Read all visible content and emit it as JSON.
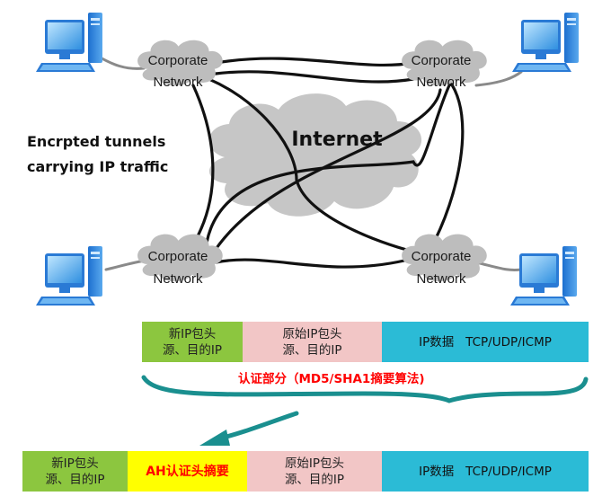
{
  "network": {
    "corporate_line1": "Corporate",
    "corporate_line2": "Network",
    "internet": "Internet",
    "tunnels_line1": "Encrpted tunnels",
    "tunnels_line2": "carrying IP traffic"
  },
  "packet_top": {
    "new_ip_line1": "新IP包头",
    "new_ip_line2": "源、目的IP",
    "orig_ip_line1": "原始IP包头",
    "orig_ip_line2": "源、目的IP",
    "payload": "IP数据   TCP/UDP/ICMP"
  },
  "auth_part": "认证部分（MD5/SHA1摘要算法)",
  "packet_bottom": {
    "new_ip_line1": "新IP包头",
    "new_ip_line2": "源、目的IP",
    "ah": "AH认证头摘要",
    "orig_ip_line1": "原始IP包头",
    "orig_ip_line2": "源、目的IP",
    "payload": "IP数据   TCP/UDP/ICMP"
  },
  "colors": {
    "new_ip": "#8cc63f",
    "orig_ip": "#f2c6c6",
    "payload": "#2bbbd6",
    "ah": "#ffff00",
    "auth_text": "#ff0000",
    "arrow": "#1a8f8f"
  }
}
